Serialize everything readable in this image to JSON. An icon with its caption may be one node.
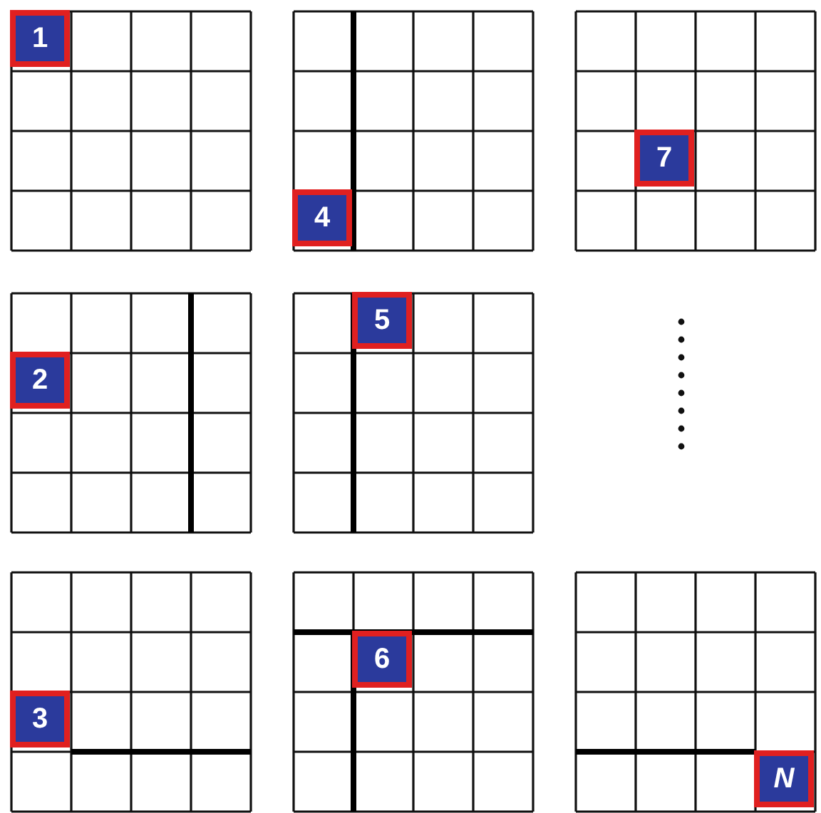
{
  "diagram": {
    "nodes": [
      {
        "text": [
          "1"
        ]
      },
      {
        "text": [
          "4"
        ]
      },
      {
        "text": [
          "7"
        ]
      },
      {
        "text": [
          "2"
        ]
      },
      {
        "text": [
          "5"
        ]
      },
      {
        "text": [
          "3"
        ]
      },
      {
        "text": [
          "6"
        ]
      },
      {
        "text": [
          "N"
        ]
      }
    ]
  }
}
